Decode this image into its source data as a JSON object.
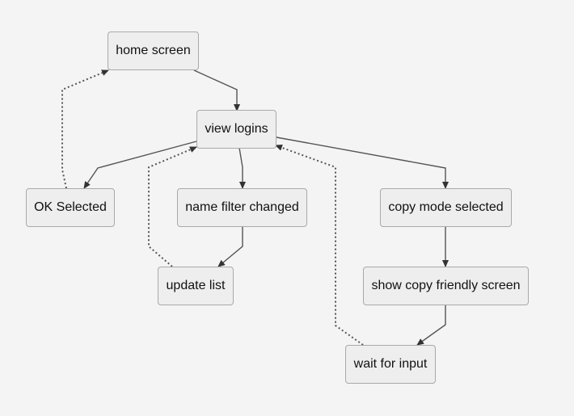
{
  "diagram": {
    "colors": {
      "background": "#f4f4f4",
      "node_fill": "#eeeeee",
      "node_border": "#a9a9a9",
      "edge": "#555555"
    },
    "nodes": {
      "home": "home screen",
      "view_logins": "view logins",
      "ok_selected": "OK Selected",
      "name_filter": "name filter changed",
      "copy_mode": "copy mode selected",
      "update_list": "update list",
      "copy_screen": "show copy friendly screen",
      "wait_input": "wait for input"
    }
  }
}
